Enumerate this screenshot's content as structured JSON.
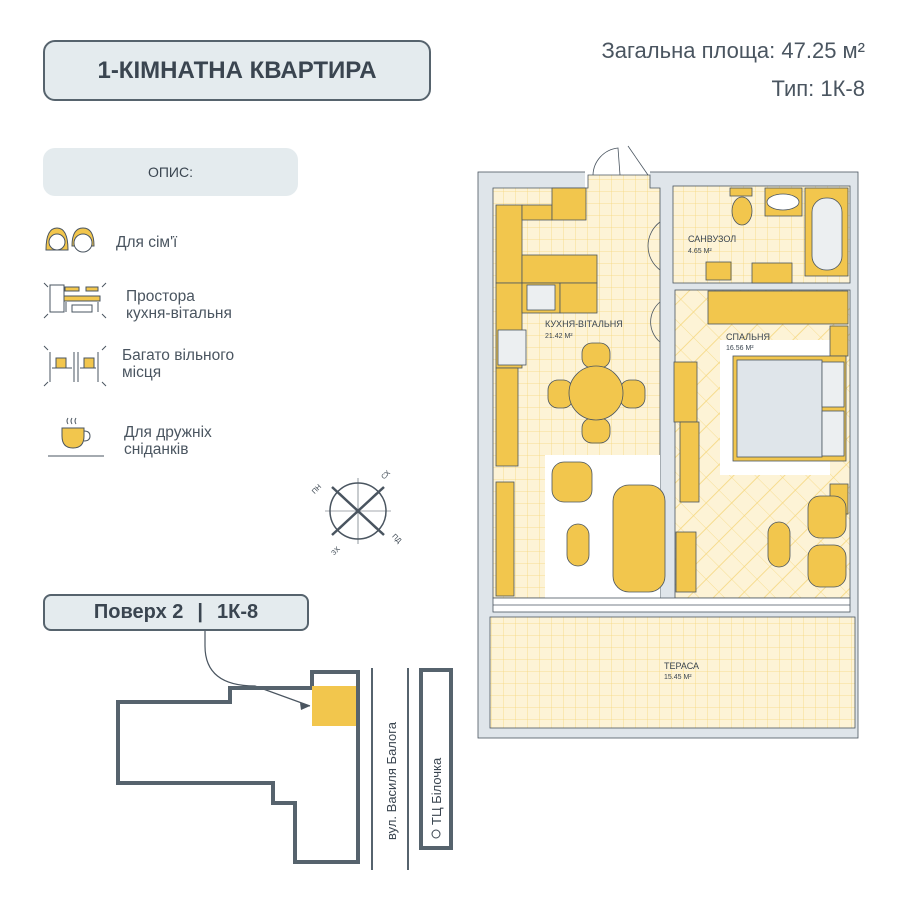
{
  "header": {
    "title": "1-КІМНАТНА КВАРТИРА",
    "total_area": "Загальна площа: 47.25 м²",
    "type": "Тип: 1К-8"
  },
  "description": {
    "heading": "ОПИС:",
    "features": [
      {
        "icon": "family-icon",
        "line1": "Для сім'ї",
        "line2": ""
      },
      {
        "icon": "kitchen-living-icon",
        "line1": "Простора",
        "line2": "кухня-вітальня"
      },
      {
        "icon": "free-space-icon",
        "line1": "Багато вільного",
        "line2": "місця"
      },
      {
        "icon": "coffee-cup-icon",
        "line1": "Для дружніх",
        "line2": "сніданків"
      }
    ]
  },
  "compass": {
    "n": "ПН",
    "e": "СХ",
    "s": "ПД",
    "w": "ЗХ"
  },
  "floor_info": {
    "floor": "Поверх 2",
    "separator": "|",
    "type": "1К-8"
  },
  "site_map": {
    "street": "вул. Василя Балога",
    "landmark": "ТЦ Білочка"
  },
  "rooms": [
    {
      "name": "САНВУЗОЛ",
      "area": "4.65 М²"
    },
    {
      "name": "КУХНЯ-ВІТАЛЬНЯ",
      "area": "21.42 М²"
    },
    {
      "name": "СПАЛЬНЯ",
      "area": "16.56 М²"
    },
    {
      "name": "ТЕРАСА",
      "area": "15.45 М²"
    }
  ],
  "colors": {
    "accent": "#f2c64d",
    "floor": "#fdf3d6",
    "wall": "#dfe5ea",
    "text": "#3a4550"
  }
}
